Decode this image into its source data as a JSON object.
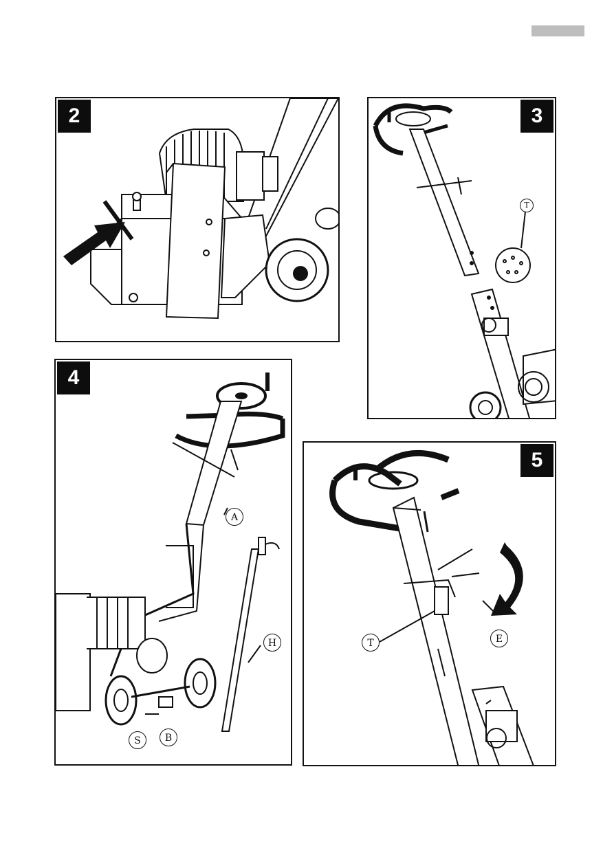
{
  "figures": [
    {
      "number": "2"
    },
    {
      "number": "3",
      "callouts": [
        "T"
      ]
    },
    {
      "number": "4",
      "callouts": [
        "A",
        "H",
        "S",
        "B"
      ]
    },
    {
      "number": "5",
      "callouts": [
        "T",
        "E"
      ]
    }
  ]
}
